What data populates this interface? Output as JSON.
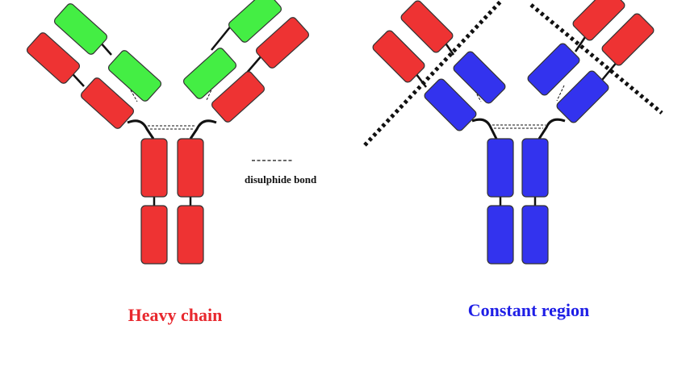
{
  "legend": {
    "label": "disulphide bond"
  },
  "left_diagram": {
    "caption": "Heavy chain",
    "caption_color": "#e8282e"
  },
  "right_diagram": {
    "caption": "Constant region",
    "caption_color": "#1e1ee6"
  },
  "colors": {
    "heavy": "#ee3333",
    "light": "#44ee44",
    "constant": "#3333ee",
    "outline": "#333333"
  }
}
